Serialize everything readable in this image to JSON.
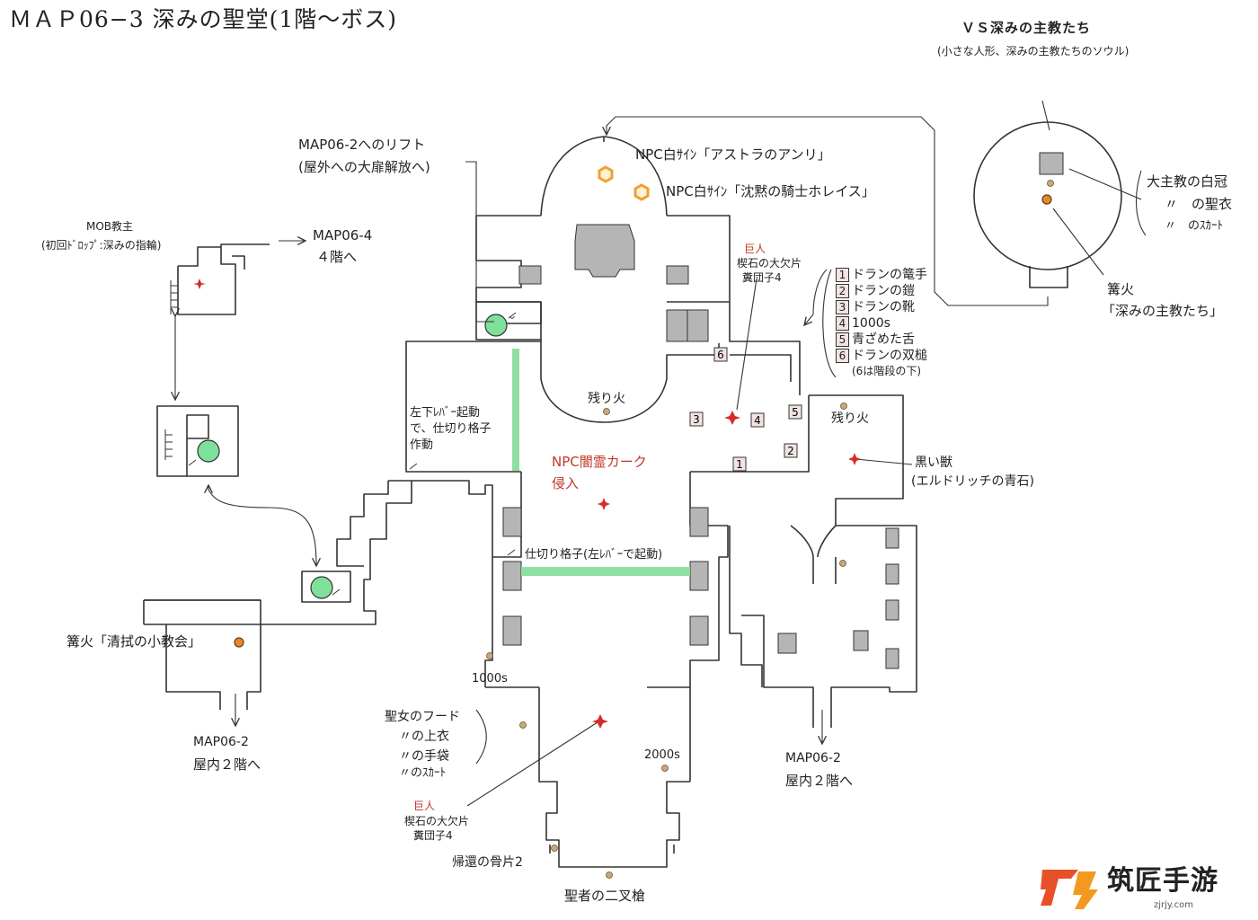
{
  "title": "ＭＡＰ06−3 深みの聖堂(1階〜ボス)",
  "boss": {
    "heading": "ＶＳ深みの主教たち",
    "drops": "(小さな人形、深みの主教たちのソウル)",
    "items": [
      "大主教の白冠",
      "〃　の聖衣",
      "〃　のｽｶｰﾄ"
    ],
    "bonfire_label": "篝火",
    "bonfire_name": "「深みの主教たち」"
  },
  "lift": {
    "line1": "MAP06-2へのリフト",
    "line2": "(屋外への大扉解放へ)"
  },
  "npc_signs": [
    "NPC白ｻｲﾝ「アストラのアンリ」",
    "NPC白ｻｲﾝ「沈黙の騎士ホレイス」"
  ],
  "giant_top": {
    "name": "巨人",
    "line1": "楔石の大欠片",
    "line2": "糞団子4"
  },
  "mob": {
    "name": "MOB教主",
    "drop": "(初回ﾄﾞﾛｯﾌﾟ:深みの指輪)"
  },
  "map4": {
    "line1": "MAP06-4",
    "line2": "４階へ"
  },
  "numbered_items": [
    {
      "num": "1",
      "label": "ドランの篭手"
    },
    {
      "num": "2",
      "label": "ドランの鎧"
    },
    {
      "num": "3",
      "label": "ドランの靴"
    },
    {
      "num": "4",
      "label": "1000s"
    },
    {
      "num": "5",
      "label": "青ざめた舌"
    },
    {
      "num": "6",
      "label": "ドランの双槌"
    }
  ],
  "numbered_note": "(6は階段の下)",
  "embers": [
    "残り火",
    "残り火"
  ],
  "lever_note": [
    "左下ﾚﾊﾞｰ起動",
    "で、仕切り格子",
    "作動"
  ],
  "npc_invader": [
    "NPC闇霊カーク",
    "侵入"
  ],
  "black_beast": {
    "name": "黒い獣",
    "drop": "(エルドリッチの青石)"
  },
  "grate_label": "仕切り格子(左ﾚﾊﾞｰで起動)",
  "bonfire_left": "篝火「清拭の小教会」",
  "exit_left": {
    "line1": "MAP06-2",
    "line2": "屋内２階へ"
  },
  "exit_right": {
    "line1": "MAP06-2",
    "line2": "屋内２階へ"
  },
  "souls_1000": "1000s",
  "souls_2000": "2000s",
  "saint_items": [
    "聖女のフード",
    "〃の上衣",
    "〃の手袋",
    "〃のｽｶｰﾄ"
  ],
  "giant_bottom": {
    "name": "巨人",
    "line1": "楔石の大欠片",
    "line2": "糞団子4"
  },
  "homeward": "帰還の骨片2",
  "spear": "聖者の二叉槍",
  "logo": {
    "name": "筑匠手游",
    "url": "zjrjy.com",
    "mark": "JS"
  },
  "colors": {
    "wall": "#333333",
    "pillar": "#b5b5b5",
    "lift": "#7ee09a",
    "grate": "#8fe0a0",
    "enemy": "#d62b2b",
    "item": "#c8a878",
    "npc": "#f0a030"
  }
}
